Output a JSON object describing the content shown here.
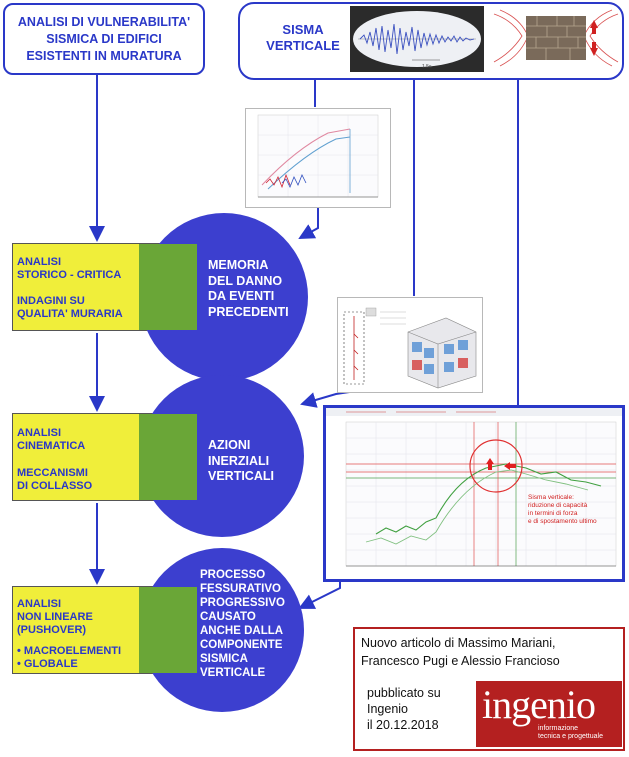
{
  "title": "ANALISI DI VULNERABILITA' SISMICA DI EDIFICI ESISTENTI IN MURATURA",
  "sisma": {
    "label": "SISMA VERTICALE",
    "scale_text": "1.5s"
  },
  "stages": [
    {
      "items": [
        "ANALISI\nSTORICO - CRITICA",
        "INDAGINI SU\nQUALITA' MURARIA"
      ],
      "circle_text": "MEMORIA\nDEL DANNO\nDA EVENTI\nPRECEDENTI"
    },
    {
      "items": [
        "ANALISI\nCINEMATICA",
        "MECCANISMI\nDI COLLASSO"
      ],
      "circle_text": "AZIONI\nINERZIALI\nVERTICALI"
    },
    {
      "items": [
        "ANALISI\nNON LINEARE\n(PUSHOVER)",
        "• MACROELEMENTI\n• GLOBALE"
      ],
      "circle_text": "PROCESSO\nFESSURATIVO\nPROGRESSIVO\nCAUSATO\nANCHE DALLA\nCOMPONENTE\nSISMICA\nVERTICALE"
    }
  ],
  "pushover_note": "Sisma verticale:\nriduzione di capacità\nin termini di forza\ne di spostamento ultimo",
  "article": {
    "line1": "Nuovo articolo di Massimo Mariani,",
    "line2": "Francesco Pugi e Alessio Francioso",
    "published": "pubblicato su\nIngenio\nil 20.12.2018"
  },
  "logo": {
    "name": "ingenio",
    "tagline": "informazione\ntecnica e progettuale"
  },
  "colors": {
    "primary_blue": "#2a38c8",
    "circle_blue": "#3c3fcf",
    "yellow": "#f0ee3a",
    "green": "#6aa637",
    "brand_red": "#b42020"
  }
}
